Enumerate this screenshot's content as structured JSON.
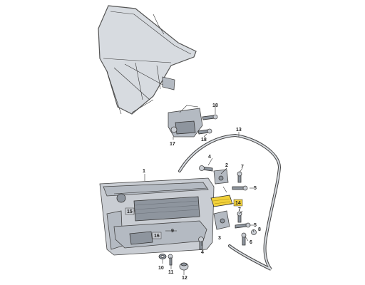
{
  "diagram": {
    "parts": [
      {
        "id": "p1",
        "number": "1"
      },
      {
        "id": "p2",
        "number": "2"
      },
      {
        "id": "p3",
        "number": "3"
      },
      {
        "id": "p4a",
        "number": "4"
      },
      {
        "id": "p4b",
        "number": "4"
      },
      {
        "id": "p5a",
        "number": "5"
      },
      {
        "id": "p5b",
        "number": "5"
      },
      {
        "id": "p6",
        "number": "6"
      },
      {
        "id": "p7a",
        "number": "7"
      },
      {
        "id": "p7b",
        "number": "7"
      },
      {
        "id": "p8",
        "number": "8"
      },
      {
        "id": "p9",
        "number": "9"
      },
      {
        "id": "p10",
        "number": "10"
      },
      {
        "id": "p11",
        "number": "11"
      },
      {
        "id": "p12",
        "number": "12"
      },
      {
        "id": "p13",
        "number": "13"
      },
      {
        "id": "p14",
        "number": "14",
        "highlighted": true
      },
      {
        "id": "p15",
        "number": "15"
      },
      {
        "id": "p16",
        "number": "16"
      },
      {
        "id": "p17",
        "number": "17"
      },
      {
        "id": "p18a",
        "number": "18"
      },
      {
        "id": "p18b",
        "number": "18"
      }
    ],
    "colors": {
      "highlight": "#f2d13a",
      "part_fill": "#c9cdd3",
      "outline": "#333333"
    }
  }
}
